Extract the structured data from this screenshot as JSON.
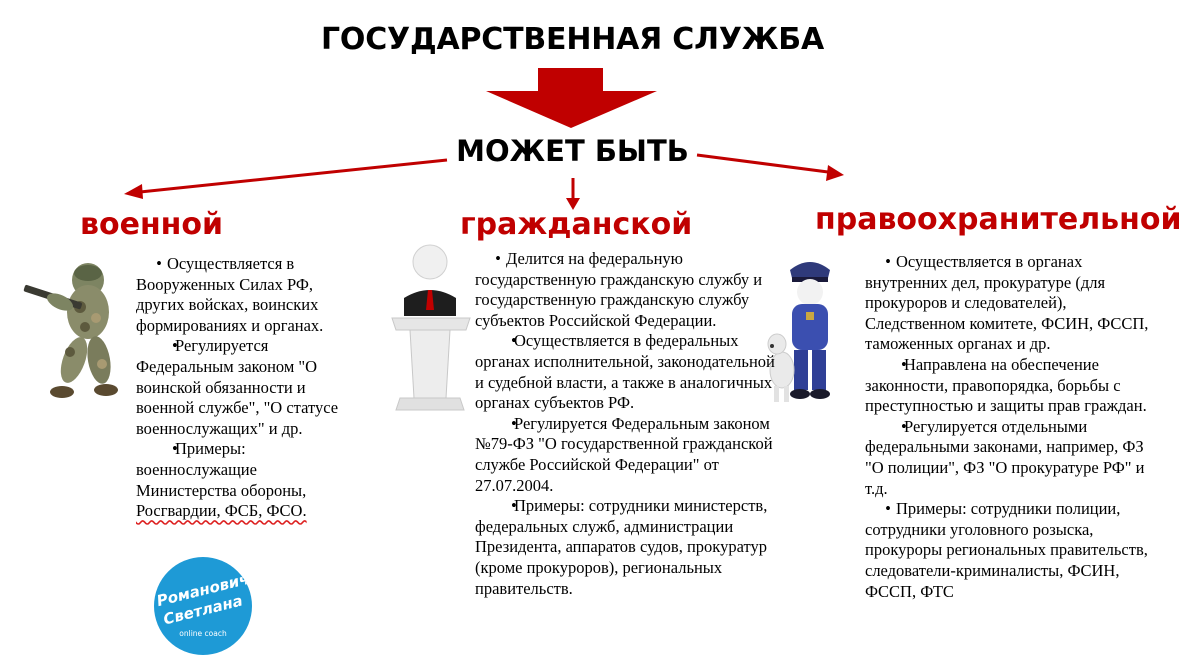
{
  "title": "ГОСУДАРСТВЕННАЯ СЛУЖБА",
  "subtitle": "МОЖЕТ БЫТЬ",
  "accent_color": "#c00000",
  "categories": [
    {
      "label": "военной",
      "icon": "soldier-icon",
      "paragraphs": [
        "Осуществляется в Вооруженных Силах РФ, других войсках, воинских формированиях и органах.",
        "Регулируется Федеральным законом \"О воинской обязанности и военной службе\", \"О статусе военнослужащих\" и др.",
        "Примеры: военнослужащие Министерства обороны,",
        "Росгвардии, ФСБ, ФСО."
      ]
    },
    {
      "label": "гражданской",
      "icon": "speaker-podium-icon",
      "paragraphs": [
        "Делится на федеральную государственную гражданскую службу и государственную гражданскую службу субъектов Российской Федерации.",
        "Осуществляется в федеральных органах исполнительной, законодательной и судебной власти, а также в аналогичных органах субъектов РФ.",
        "Регулируется Федеральным законом №79-ФЗ \"О государственной гражданской службе Российской Федерации\" от 27.07.2004.",
        "Примеры: сотрудники министерств, федеральных служб, администрации Президента, аппаратов судов, прокуратур (кроме прокуроров), региональных правительств."
      ]
    },
    {
      "label": "правоохранительной",
      "icon": "police-officer-icon",
      "paragraphs": [
        "Осуществляется в органах внутренних дел, прокуратуре (для прокуроров и следователей), Следственном комитете, ФСИН, ФССП, таможенных органах и др.",
        "Направлена на обеспечение законности, правопорядка, борьбы с преступностью и защиты прав граждан.",
        "Регулируется отдельными федеральными законами, например, ФЗ \"О полиции\", ФЗ \"О прокуратуре РФ\" и т.д.",
        "Примеры: сотрудники полиции, сотрудники уголовного розыска, прокуроры региональных правительств, следователи-криминалисты, ФСИН, ФССП, ФТС"
      ]
    }
  ],
  "logo": {
    "line1": "Романович",
    "line2": "Светлана",
    "tagline": "online coach"
  }
}
